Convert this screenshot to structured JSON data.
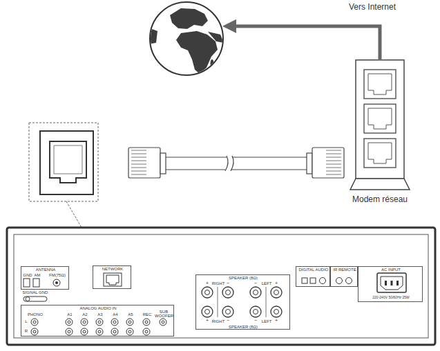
{
  "diagram": {
    "nodes": [
      {
        "text": [
          "Modem réseau"
        ]
      },
      {
        "text": [
          "ANTENNA",
          "GND",
          "AM",
          "FM(75Ω)"
        ]
      },
      {
        "text": [
          "NETWORK"
        ]
      },
      {
        "text": [
          "SIGNAL GND"
        ]
      },
      {
        "text": [
          "ANALOG AUDIO IN",
          "PHONO",
          "A1",
          "A2",
          "A3",
          "A4",
          "A5",
          "REC",
          "SUB WOOFER"
        ]
      },
      {
        "text": [
          "SPEAKER (8Ω)",
          "RIGHT",
          "LEFT",
          "RIGHT",
          "LEFT",
          "SPEAKER (8Ω)"
        ]
      },
      {
        "text": [
          "DIGITAL AUDIO"
        ]
      },
      {
        "text": [
          "IR REMOTE"
        ]
      },
      {
        "text": [
          "AC INPUT",
          "220-240V 50/60Hz 25W"
        ]
      }
    ],
    "labels": [
      "Vers Internet",
      "L",
      "R",
      "+",
      "−",
      "−",
      "+",
      "+",
      "−",
      "−",
      "+"
    ]
  }
}
